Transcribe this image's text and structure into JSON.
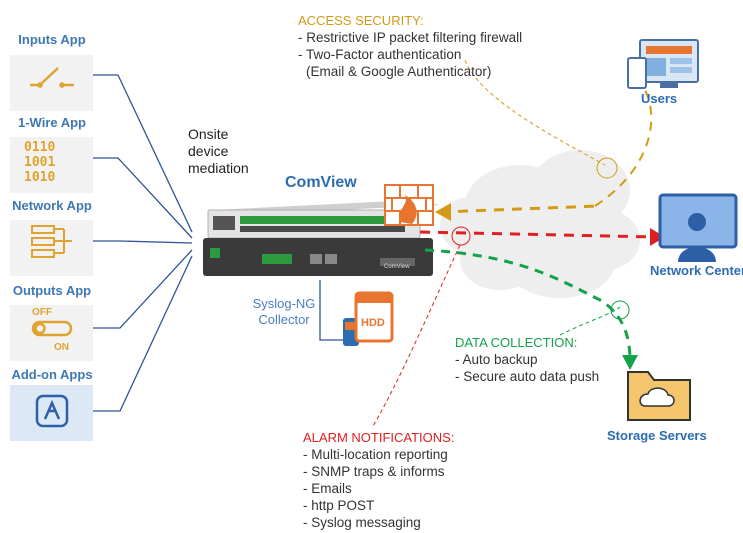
{
  "apps": [
    {
      "label": "Inputs App",
      "icon": "switch-icon"
    },
    {
      "label": "1-Wire App",
      "icon": "binary-icon"
    },
    {
      "label": "Network App",
      "icon": "network-app-icon"
    },
    {
      "label": "Outputs App",
      "icon": "toggle-icon"
    },
    {
      "label": "Add-on Apps",
      "icon": "app-store-icon"
    }
  ],
  "mediation": {
    "lines": [
      "Onsite",
      "device",
      "mediation"
    ]
  },
  "device": {
    "title": "ComView",
    "brand": "ComView"
  },
  "syslog": {
    "lines": [
      "Syslog-NG",
      "Collector"
    ],
    "disk_label": "HDD"
  },
  "access_security": {
    "header": "ACCESS SECURITY:",
    "items": [
      "- Restrictive IP packet filtering firewall",
      "- Two-Factor authentication",
      "(Email & Google Authenticator)"
    ]
  },
  "data_collection": {
    "header": "DATA COLLECTION:",
    "items": [
      "- Auto backup",
      "- Secure auto data push"
    ]
  },
  "alarm_notifications": {
    "header": "ALARM NOTIFICATIONS:",
    "items": [
      "- Multi-location reporting",
      "- SNMP traps & informs",
      "- Emails",
      "- http POST",
      "- Syslog messaging"
    ]
  },
  "endpoints": {
    "users": "Users",
    "network_center": "Network Center",
    "storage_servers": "Storage Servers"
  },
  "colors": {
    "app_label": "#3e78b3",
    "orange": "#d49a17",
    "green": "#14a24a",
    "red": "#e02020",
    "blue_bold": "#2c6cb0",
    "connector": "#2f5597"
  }
}
